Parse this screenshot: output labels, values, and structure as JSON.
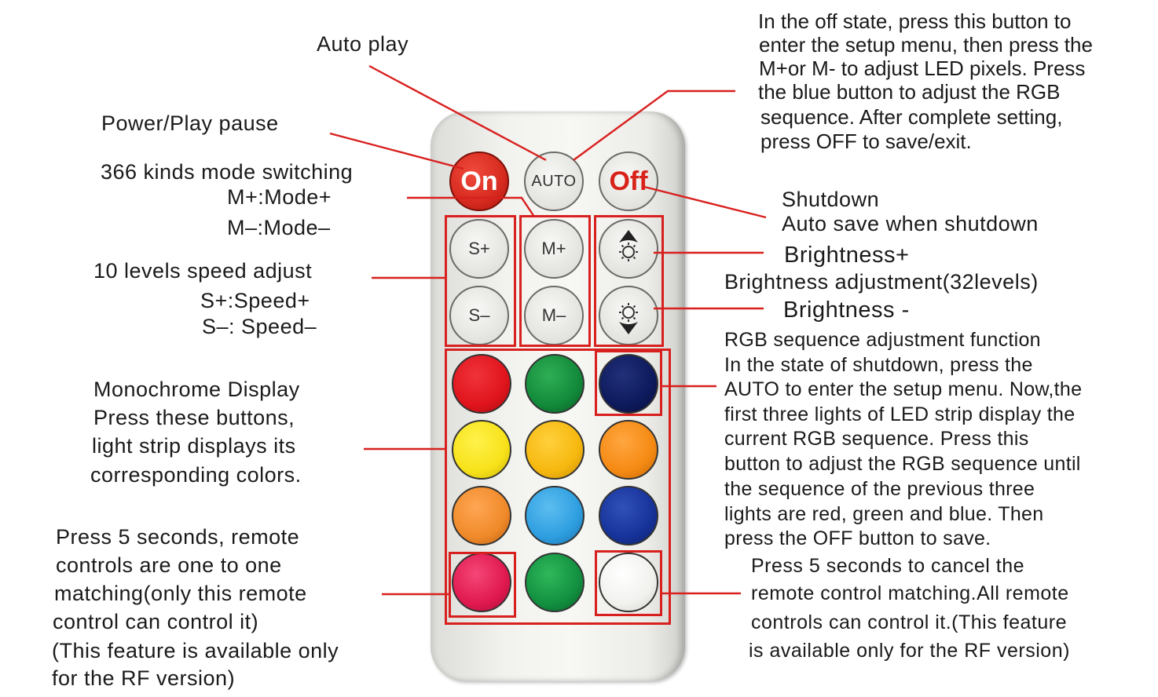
{
  "labels": {
    "auto_play": "Auto play",
    "power_play_pause": "Power/Play pause",
    "mode_switching": "366 kinds mode switching",
    "mode_plus": "M+:Mode+",
    "mode_minus": "M–:Mode–",
    "speed_adjust": "10 levels speed adjust",
    "speed_plus": "S+:Speed+",
    "speed_minus": "S–: Speed–",
    "mono_1": "Monochrome  Display",
    "mono_2": "Press these buttons,",
    "mono_3": "light strip displays its",
    "mono_4": "corresponding colors.",
    "match_1": "Press 5 seconds,  remote",
    "match_2": "controls are one to one",
    "match_3": "matching(only this remote",
    "match_4": "control can control it)",
    "match_5": "(This feature is available only",
    "match_6": "for the RF version)",
    "setup_1": "In the off state, press this button to",
    "setup_2": "enter the setup menu, then press the",
    "setup_3": "M+or M- to adjust LED pixels. Press",
    "setup_4": "the blue button to adjust the RGB",
    "setup_5": "sequence. After complete setting,",
    "setup_6": "press OFF to save/exit.",
    "shutdown_1": "Shutdown",
    "shutdown_2": "Auto save  when shutdown",
    "brightness_plus": "Brightness+",
    "brightness_adjust": "Brightness  adjustment(32levels)",
    "brightness_minus": "Brightness -",
    "rgb_1": "RGB sequence adjustment function",
    "rgb_2": "In the state of shutdown,  press the",
    "rgb_3": "AUTO to enter the setup menu. Now,the",
    "rgb_4": "first three lights of LED strip display the",
    "rgb_5": "current RGB sequence. Press this",
    "rgb_6": "button to adjust the RGB sequence until",
    "rgb_7": "the sequence of the previous three",
    "rgb_8": "lights are red, green and blue. Then",
    "rgb_9": "press the OFF button to save.",
    "cancel_1": "Press 5 seconds to cancel the",
    "cancel_2": "remote control  matching.All remote",
    "cancel_3": "controls can  control it.(This feature",
    "cancel_4": "is available  only for the RF version)"
  },
  "remote": {
    "on_label": "On",
    "auto_label": "AUTO",
    "off_label": "Off",
    "s_plus": "S+",
    "s_minus": "S–",
    "m_plus": "M+",
    "m_minus": "M–",
    "brightness_up_icon": "sun-arrow-up-icon",
    "brightness_down_icon": "sun-arrow-down-icon"
  },
  "colors": {
    "annotation_red": "#d8201e",
    "btn_red": "#e0141c",
    "btn_green": "#128a3a",
    "btn_navy": "#0d1a5c",
    "btn_yellow": "#f7e21a",
    "btn_amber": "#f6b80f",
    "btn_orange": "#f58a13",
    "btn_orange2": "#f08a2a",
    "btn_sky": "#2e9ee0",
    "btn_blue": "#16339a",
    "btn_pink": "#e0194f",
    "btn_green2": "#129040",
    "btn_white": "#f1f1ee"
  }
}
